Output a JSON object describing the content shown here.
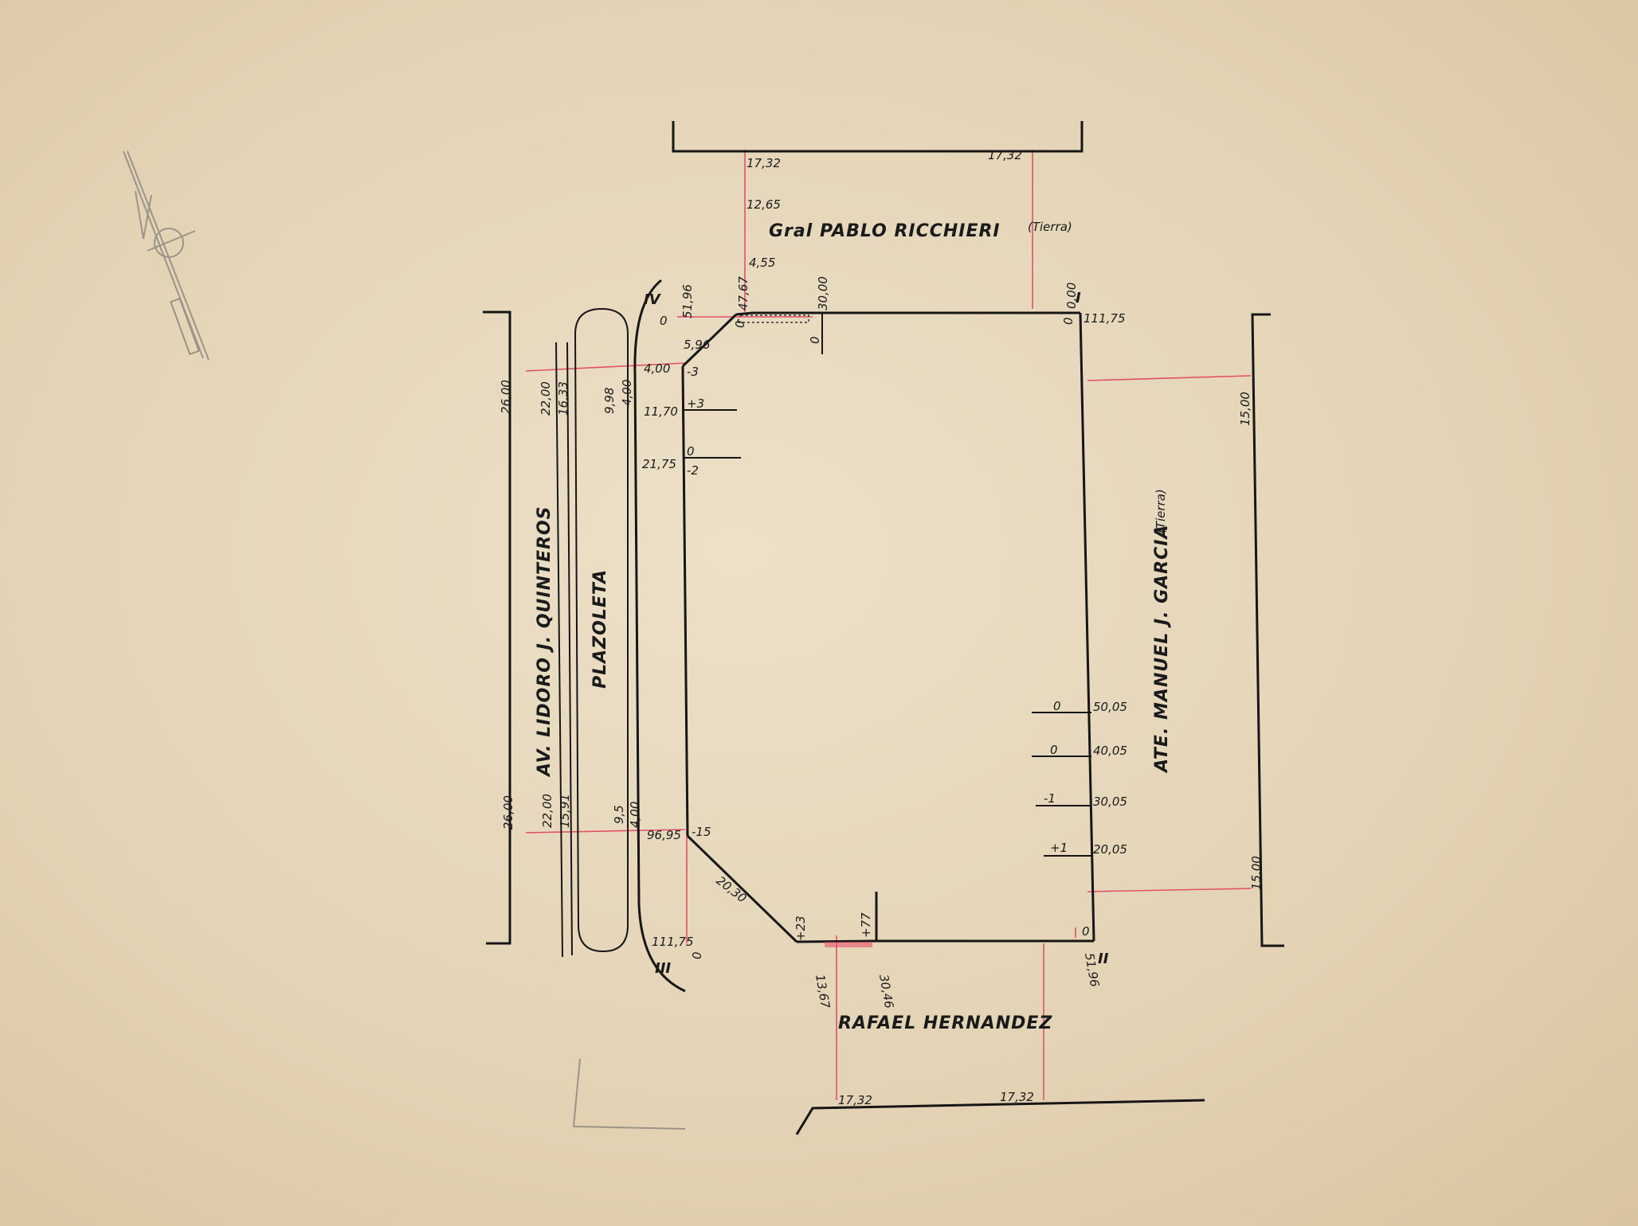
{
  "streets": {
    "north": "Gral  PABLO RICCHIERI",
    "north_note": "(Tierra)",
    "south": "RAFAEL HERNANDEZ",
    "east": "ATE. MANUEL J. GARCIA",
    "east_note": "(Tierra)",
    "west": "AV. LIDORO J. QUINTEROS",
    "median": "PLAZOLETA"
  },
  "corners": {
    "c1": "I",
    "c2": "II",
    "c3": "III",
    "c4": "IV"
  },
  "north_dims": [
    "17,32",
    "12,65",
    "4,55",
    "17,32"
  ],
  "south_dims": [
    "17,32",
    "17,32"
  ],
  "west_top_widths": [
    "26,00",
    "22,00",
    "16,33",
    "9,98",
    "4,00"
  ],
  "west_bottom_widths": [
    "26,00",
    "22,00",
    "15,91",
    "9,5",
    "4,00"
  ],
  "east_widths": [
    "15,00",
    "15,00"
  ],
  "lot_marks": {
    "c4_chain": "51,96",
    "c4_zero": "0",
    "top_chamfer": "47,67",
    "top_30": "30,00",
    "top_zero1": "0",
    "top_zero2": "0",
    "c1_zero1": "0,00",
    "c1_zero2": "0",
    "c1_chain": "111,75",
    "chamfer_top": "5,96",
    "w_400": "4,00",
    "w_400_level": "-3",
    "w_1170": "11,70",
    "w_1170_level": "+3",
    "w_2175": "21,75",
    "w_2175_level1": "0",
    "w_2175_level2": "-2",
    "w_9695": "96,95",
    "w_9695_level": "-15",
    "chamfer_bottom": "20,30",
    "c3_chain": "111,75",
    "c3_zero": "0",
    "s_1367": "13,67",
    "s_1367_level": "+23",
    "s_3046": "30,46",
    "s_3046_level": "+77",
    "c2_chain": "51,96",
    "c2_zero": "0",
    "e_5005": "50,05",
    "e_5005_level": "0",
    "e_4005": "40,05",
    "e_4005_level": "0",
    "e_3005": "30,05",
    "e_3005_level": "-1",
    "e_2005": "20,05",
    "e_2005_level": "+1"
  }
}
